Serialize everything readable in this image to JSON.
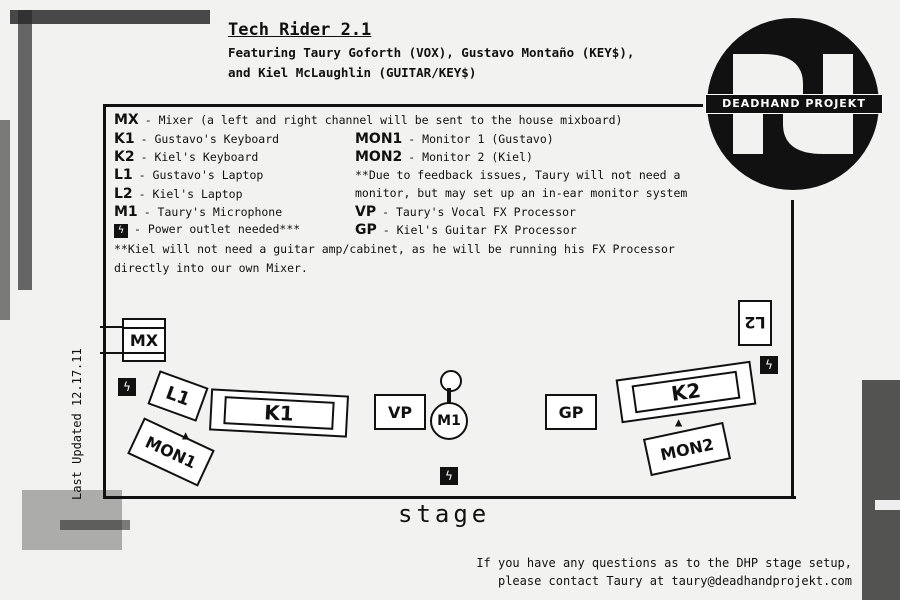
{
  "header": {
    "title": "Tech Rider 2.1",
    "subtitle_line1": "Featuring Taury Goforth (VOX), Gustavo Montaño (KEY$),",
    "subtitle_line2": "and Kiel McLaughlin (GUITAR/KEY$)"
  },
  "logo": {
    "text": "DEADHAND PROJEKT"
  },
  "legend": {
    "mx": {
      "code": "MX",
      "desc": "- Mixer (a left and right channel will be sent to the house mixboard)"
    },
    "k1": {
      "code": "K1",
      "desc": "- Gustavo's Keyboard"
    },
    "k2": {
      "code": "K2",
      "desc": "- Kiel's Keyboard"
    },
    "l1": {
      "code": "L1",
      "desc": "- Gustavo's Laptop"
    },
    "l2": {
      "code": "L2",
      "desc": "- Kiel's Laptop"
    },
    "m1": {
      "code": "M1",
      "desc": "- Taury's Microphone"
    },
    "power": {
      "desc": "- Power outlet needed***"
    },
    "mon1": {
      "code": "MON1",
      "desc": "- Monitor 1 (Gustavo)"
    },
    "mon2": {
      "code": "MON2",
      "desc": "- Monitor 2 (Kiel)"
    },
    "feedback_note_1": "**Due to feedback issues, Taury will not need a",
    "feedback_note_2": "monitor, but may set up an in-ear monitor system",
    "vp": {
      "code": "VP",
      "desc": "- Taury's Vocal FX Processor"
    },
    "gp": {
      "code": "GP",
      "desc": "- Kiel's Guitar FX Processor"
    },
    "amp_note_1": "**Kiel will not need a guitar amp/cabinet, as he will be running his FX Processor",
    "amp_note_2": "directly into our own Mixer."
  },
  "stage_items": {
    "mx": "MX",
    "l1": "L1",
    "k1": "K1",
    "mon1": "MON1",
    "vp": "VP",
    "m1": "M1",
    "gp": "GP",
    "k2": "K2",
    "mon2": "MON2",
    "l2": "L2"
  },
  "power_icon": "power-outlet-icon",
  "updated": "Last Updated 12.17.11",
  "stage_label": "stage",
  "contact": {
    "line1": "If you have any questions as to the DHP stage setup,",
    "line2": "please contact Taury at taury@deadhandprojekt.com"
  }
}
